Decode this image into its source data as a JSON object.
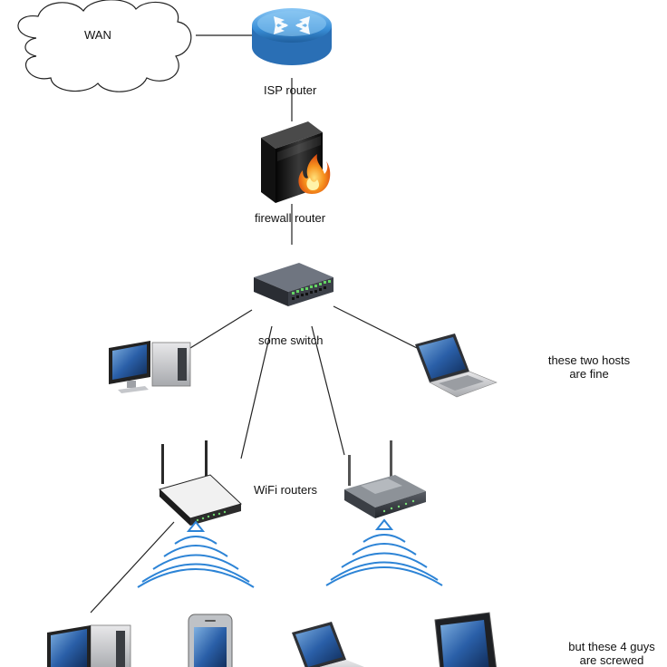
{
  "diagram": {
    "labels": {
      "wan": "WAN",
      "isp_router": "ISP router",
      "firewall_router": "firewall router",
      "switch": "some switch",
      "wifi_routers": "WiFi routers",
      "fine_note_line1": "these two hosts",
      "fine_note_line2": "are fine",
      "screwed_note_line1": "but these 4 guys",
      "screwed_note_line2": "are screwed"
    },
    "nodes": [
      {
        "id": "wan",
        "kind": "cloud"
      },
      {
        "id": "isp-router",
        "kind": "router"
      },
      {
        "id": "firewall-router",
        "kind": "firewall"
      },
      {
        "id": "switch",
        "kind": "switch"
      },
      {
        "id": "desktop-wired",
        "kind": "desktop"
      },
      {
        "id": "laptop-wired",
        "kind": "laptop"
      },
      {
        "id": "wifi-router-left",
        "kind": "wifi-router"
      },
      {
        "id": "wifi-router-right",
        "kind": "wifi-router"
      },
      {
        "id": "desktop-wireless",
        "kind": "desktop"
      },
      {
        "id": "phone-wireless",
        "kind": "phone"
      },
      {
        "id": "laptop-wireless",
        "kind": "laptop"
      },
      {
        "id": "tablet-wireless",
        "kind": "tablet"
      }
    ],
    "edges": [
      [
        "wan",
        "isp-router"
      ],
      [
        "isp-router",
        "firewall-router"
      ],
      [
        "firewall-router",
        "switch"
      ],
      [
        "switch",
        "desktop-wired"
      ],
      [
        "switch",
        "laptop-wired"
      ],
      [
        "switch",
        "wifi-router-left"
      ],
      [
        "switch",
        "wifi-router-right"
      ],
      [
        "wifi-router-left",
        "desktop-wireless"
      ]
    ],
    "colors": {
      "line": "#222222",
      "router_blue": "#3a8fd8",
      "wifi_wave": "#2d84d6",
      "fire": "#f07a16"
    }
  }
}
